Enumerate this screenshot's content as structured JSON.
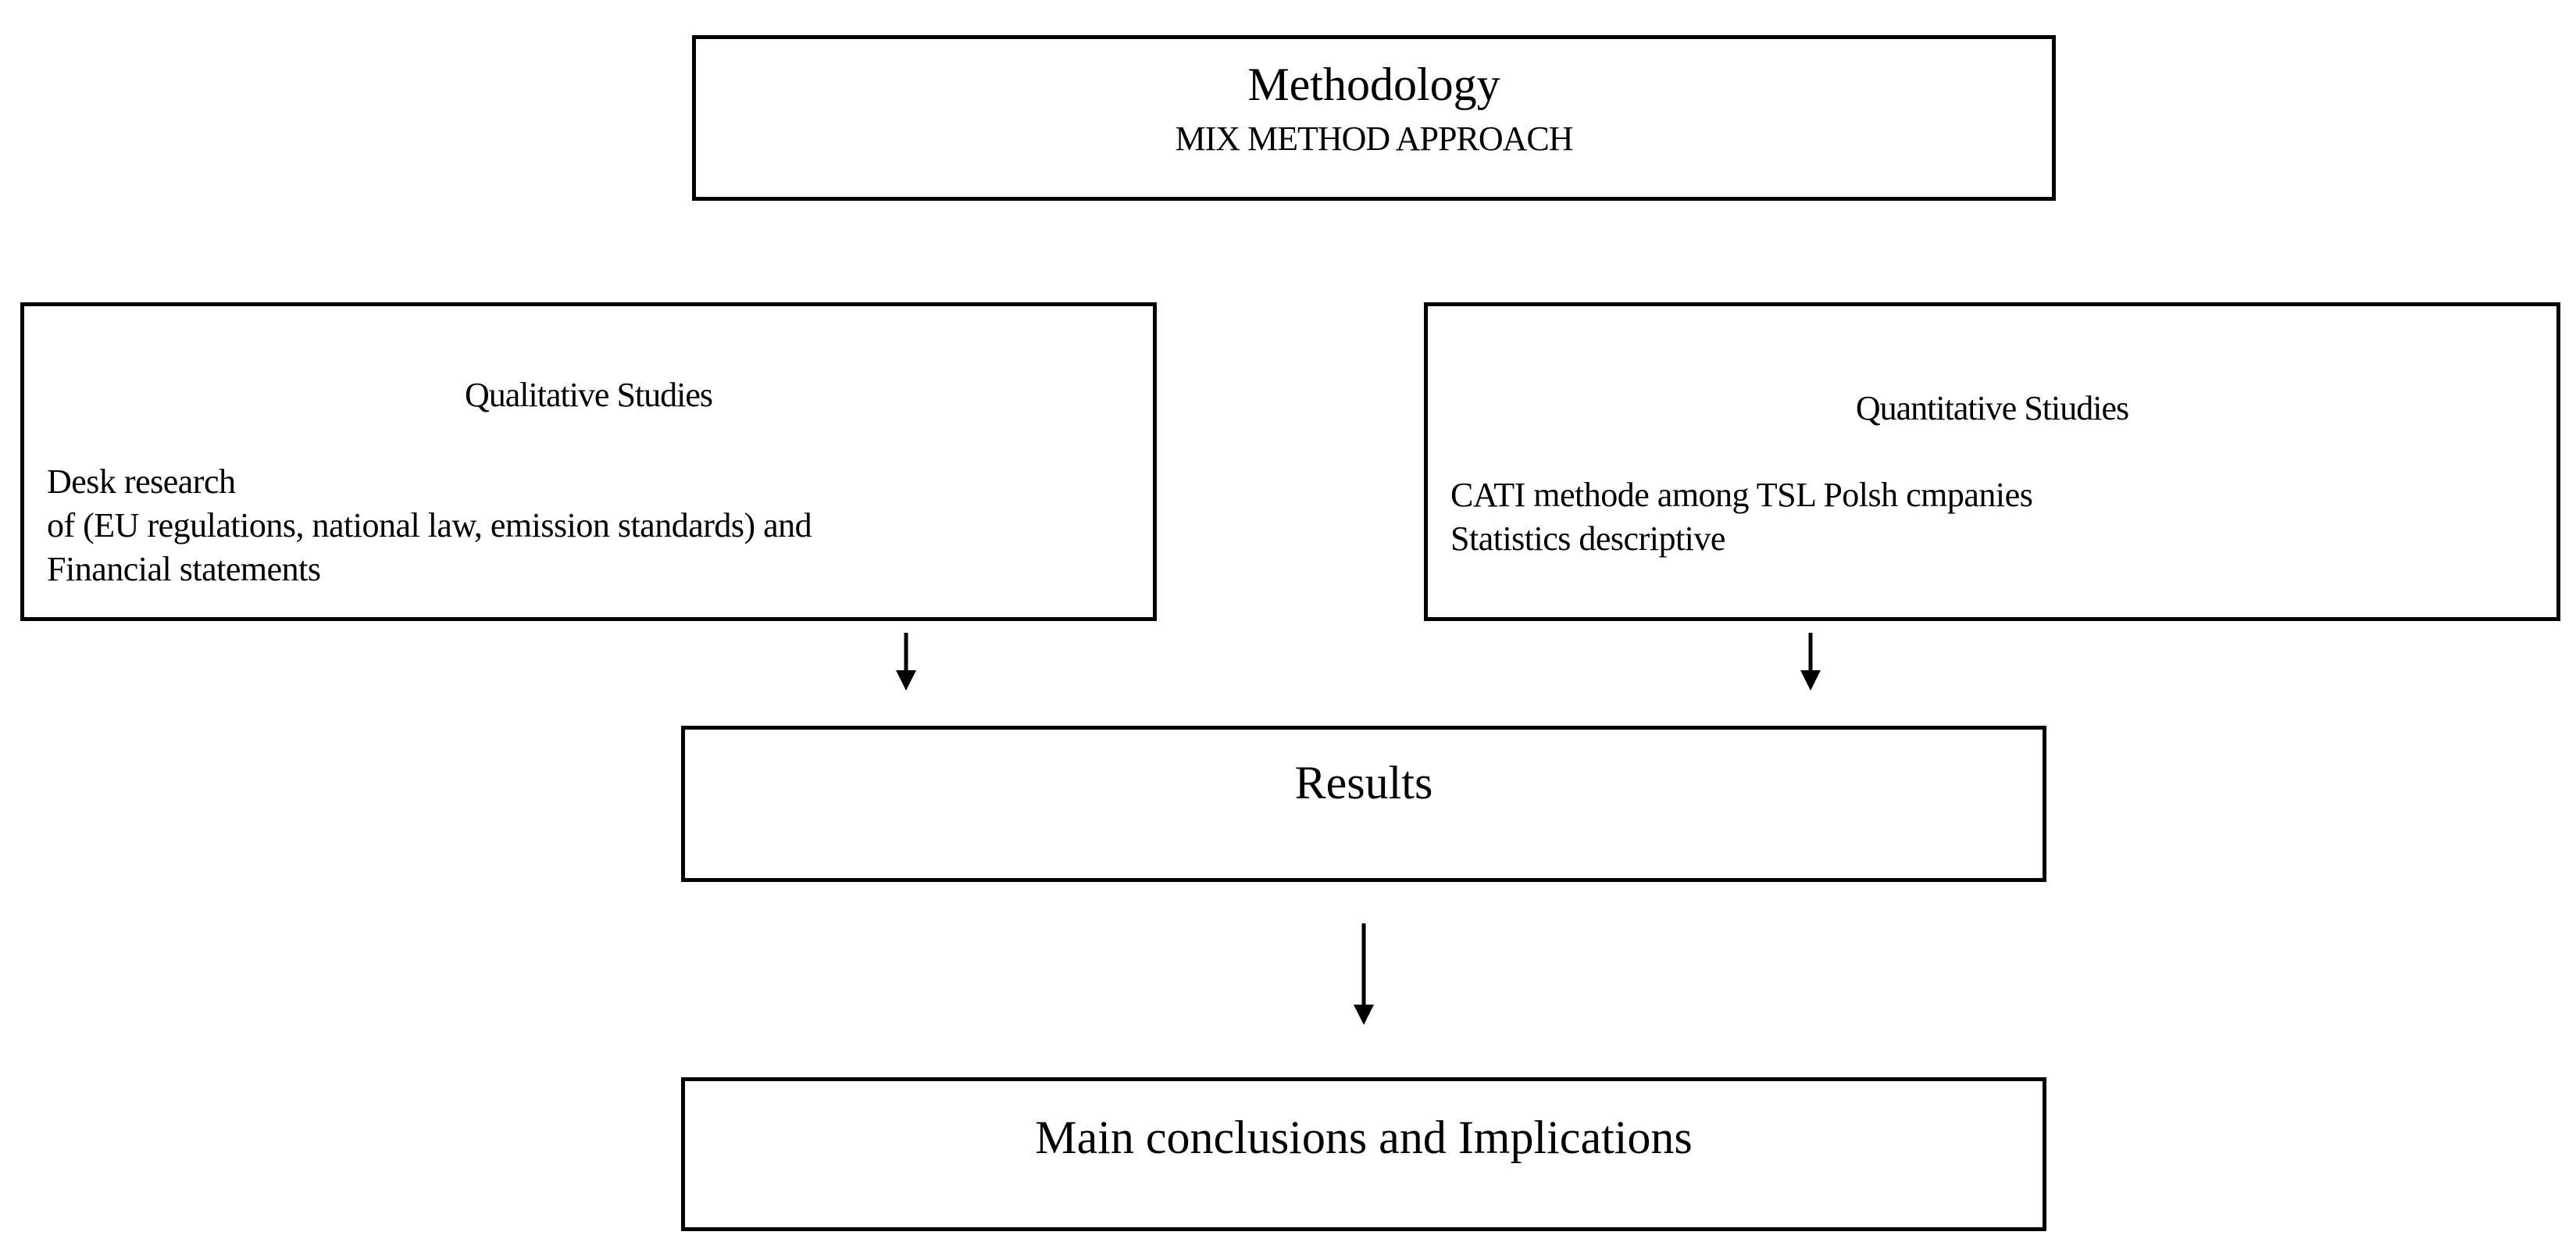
{
  "methodology": {
    "title": "Methodology",
    "subtitle": "MIX METHOD APPROACH"
  },
  "qualitative": {
    "title": "Qualitative Studies",
    "lines": [
      "Desk research",
      "of (EU regulations, national law, emission standards) and",
      "Financial statements"
    ]
  },
  "quantitative": {
    "title": "Quantitative Stiudies",
    "lines": [
      "CATI methode among TSL Polsh cmpanies",
      "Statistics descriptive"
    ]
  },
  "results": {
    "label": "Results"
  },
  "conclusions": {
    "label": "Main conclusions and Implications"
  },
  "edges": [
    {
      "from": "qualitative",
      "to": "results"
    },
    {
      "from": "quantitative",
      "to": "results"
    },
    {
      "from": "results",
      "to": "conclusions"
    }
  ]
}
